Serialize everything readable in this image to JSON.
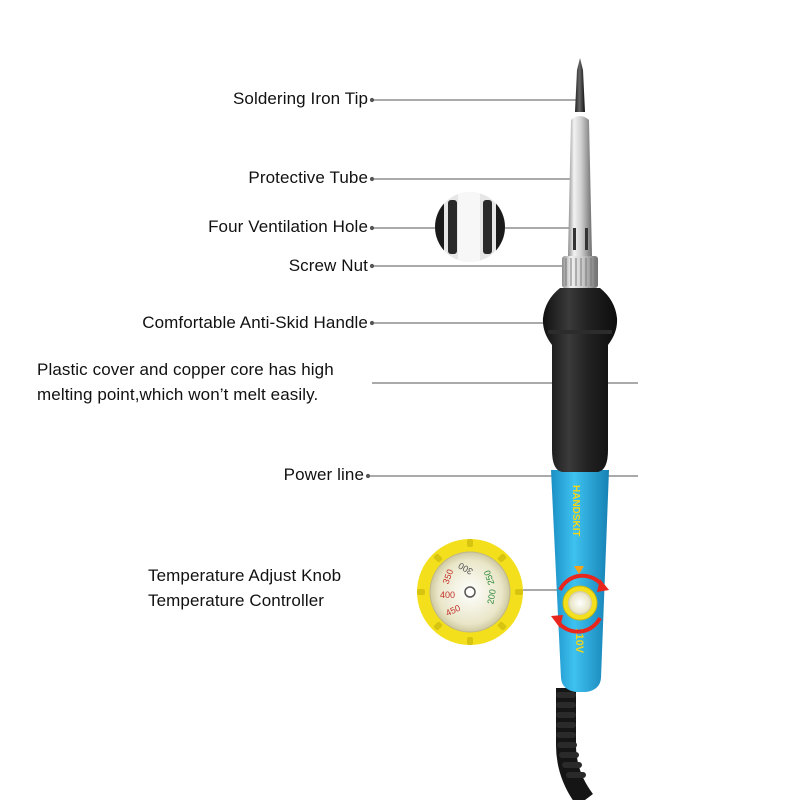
{
  "labels": {
    "tip": "Soldering Iron Tip",
    "tube": "Protective Tube",
    "vent": "Four Ventilation Hole",
    "nut": "Screw Nut",
    "handle": "Comfortable Anti-Skid Handle",
    "cover_line1": "Plastic cover and copper core has high",
    "cover_line2": "melting point,which won’t melt easily.",
    "power": "Power line",
    "knob_line1": "Temperature Adjust Knob",
    "knob_line2": "Temperature Controller"
  },
  "brand": "HANDSKIT",
  "voltage": "110V",
  "dial": {
    "marks": [
      "200",
      "250",
      "300",
      "350",
      "400",
      "450"
    ]
  },
  "colors": {
    "handle_blue": "#2bb0e3",
    "handle_black": "#1c1c1c",
    "knob_yellow": "#f3df1c",
    "arrow_red": "#e8261d",
    "marker_orange": "#f6a21a",
    "metal": "#c9c9c9",
    "leader_line": "#555555"
  }
}
